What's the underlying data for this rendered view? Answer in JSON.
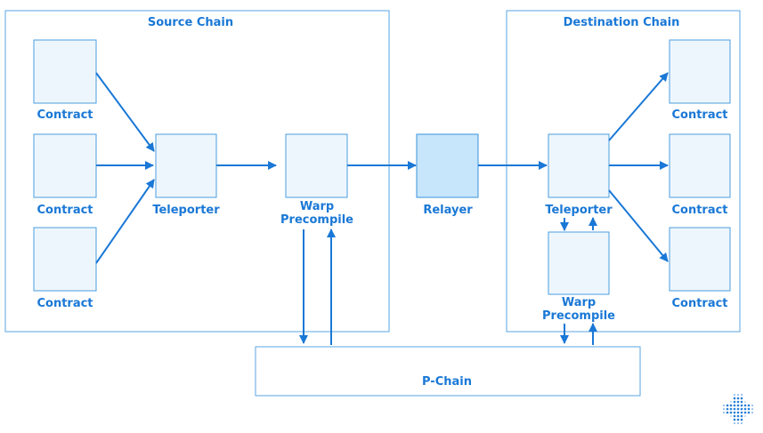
{
  "source_chain": {
    "title": "Source Chain",
    "contracts": [
      "Contract",
      "Contract",
      "Contract"
    ],
    "teleporter": "Teleporter",
    "warp_precompile": [
      "Warp",
      "Precompile"
    ]
  },
  "relayer": {
    "label": "Relayer"
  },
  "destination_chain": {
    "title": "Destination Chain",
    "teleporter": "Teleporter",
    "warp_precompile": [
      "Warp",
      "Precompile"
    ],
    "contracts": [
      "Contract",
      "Contract",
      "Contract"
    ]
  },
  "p_chain": {
    "label": "P-Chain"
  },
  "colors": {
    "accent": "#1a78d6",
    "box_fill": "#eef6fd",
    "relayer_fill": "#c7e6fb",
    "frame_stroke": "#5aa6e3"
  },
  "logo_icon": "dotted-cross-logo-icon"
}
